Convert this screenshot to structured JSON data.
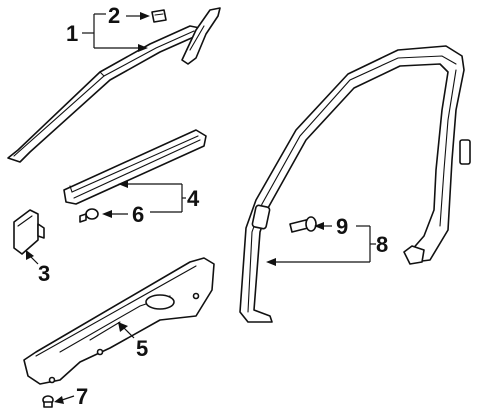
{
  "callouts": [
    {
      "number": "1"
    },
    {
      "number": "2"
    },
    {
      "number": "3"
    },
    {
      "number": "4"
    },
    {
      "number": "5"
    },
    {
      "number": "6"
    },
    {
      "number": "7"
    },
    {
      "number": "8"
    },
    {
      "number": "9"
    }
  ]
}
